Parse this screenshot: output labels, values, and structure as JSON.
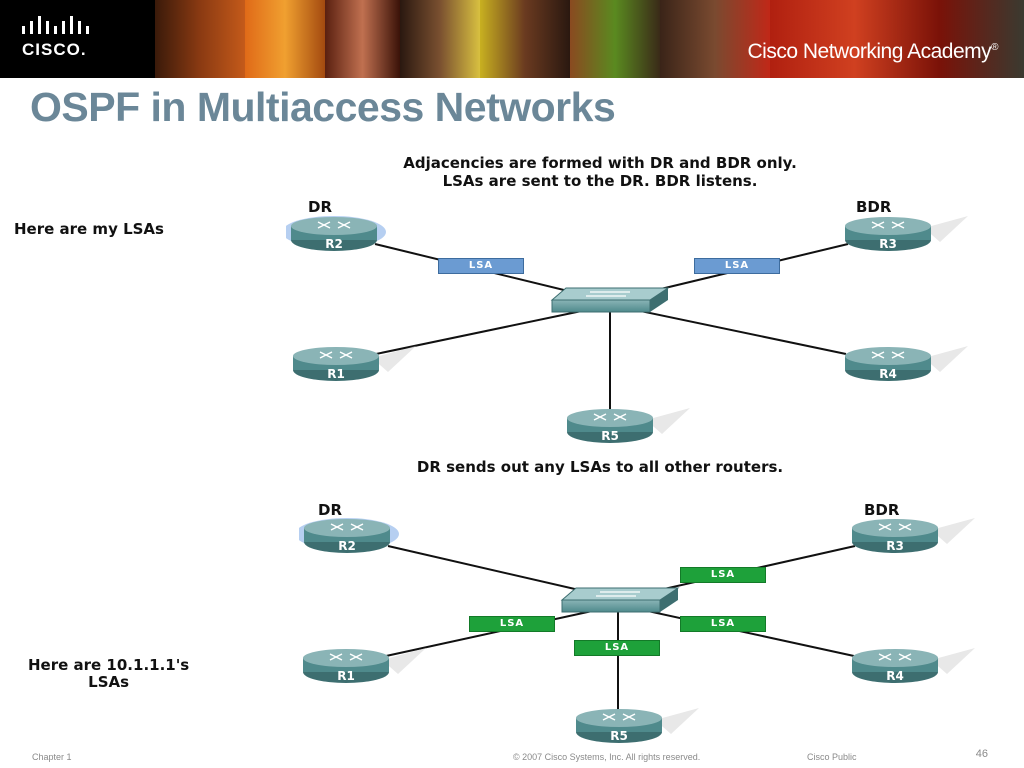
{
  "header": {
    "logo_text": "CISCO.",
    "academy_prefix": "Cisco",
    "academy_suffix": " Networking Academy",
    "academy_mark": "®"
  },
  "title": "OSPF in Multiaccess Networks",
  "top_diagram": {
    "caption_line1": "Adjacencies are formed with DR and BDR only.",
    "caption_line2": "LSAs are sent to the DR. BDR listens.",
    "side_note": "Here are my LSAs",
    "dr_label": "DR",
    "bdr_label": "BDR",
    "routers": [
      "R2",
      "R3",
      "R1",
      "R4",
      "R5"
    ],
    "lsa_labels": [
      "LSA",
      "LSA"
    ]
  },
  "bottom_diagram": {
    "caption": "DR sends out any LSAs to all other routers.",
    "side_note_line1": "Here are 10.1.1.1's",
    "side_note_line2": "LSAs",
    "dr_label": "DR",
    "bdr_label": "BDR",
    "routers": [
      "R2",
      "R3",
      "R1",
      "R4",
      "R5"
    ],
    "lsa_labels": [
      "LSA",
      "LSA",
      "LSA",
      "LSA"
    ]
  },
  "footer": {
    "chapter": "Chapter 1",
    "copyright": "© 2007 Cisco Systems, Inc. All rights reserved.",
    "classification": "Cisco Public",
    "page_number": "46"
  },
  "colors": {
    "title": "#6b8798",
    "router_body": "#4f8a8c",
    "lsa_top": "#6b9bd2",
    "lsa_bottom": "#1ea13a"
  }
}
